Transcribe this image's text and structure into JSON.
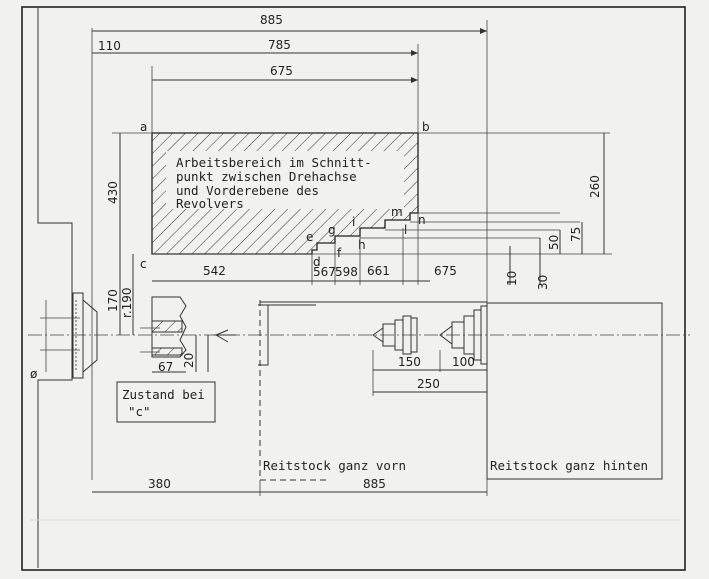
{
  "dimensions": {
    "d885_top": "885",
    "d110": "110",
    "d785": "785",
    "d675_top": "675",
    "d430": "430",
    "d260": "260",
    "d170": "170",
    "r190": "r.190",
    "d542": "542",
    "d567": "567",
    "d598": "598",
    "d661": "661",
    "d675_bottom": "675",
    "d10": "10",
    "d30": "30",
    "d50": "50",
    "d75": "75",
    "d67": "67",
    "d20": "20",
    "d150": "150",
    "d100": "100",
    "d250": "250",
    "d380": "380",
    "d885_bottom": "885",
    "diameter": "ø"
  },
  "points": {
    "a": "a",
    "b": "b",
    "c": "c",
    "d": "d",
    "e": "e",
    "f": "f",
    "g": "g",
    "h": "h",
    "i": "i",
    "l": "l",
    "m": "m",
    "n": "n"
  },
  "texts": {
    "work_area_line1": "Arbeitsbereich im Schnitt-",
    "work_area_line2": "punkt zwischen Drehachse",
    "work_area_line3": "und Vorderebene des",
    "work_area_line4": "Revolvers",
    "state_line1": "Zustand bei",
    "state_line2": "\"c\"",
    "tailstock_front": "Reitstock ganz vorn",
    "tailstock_back": "Reitstock ganz hinten"
  }
}
